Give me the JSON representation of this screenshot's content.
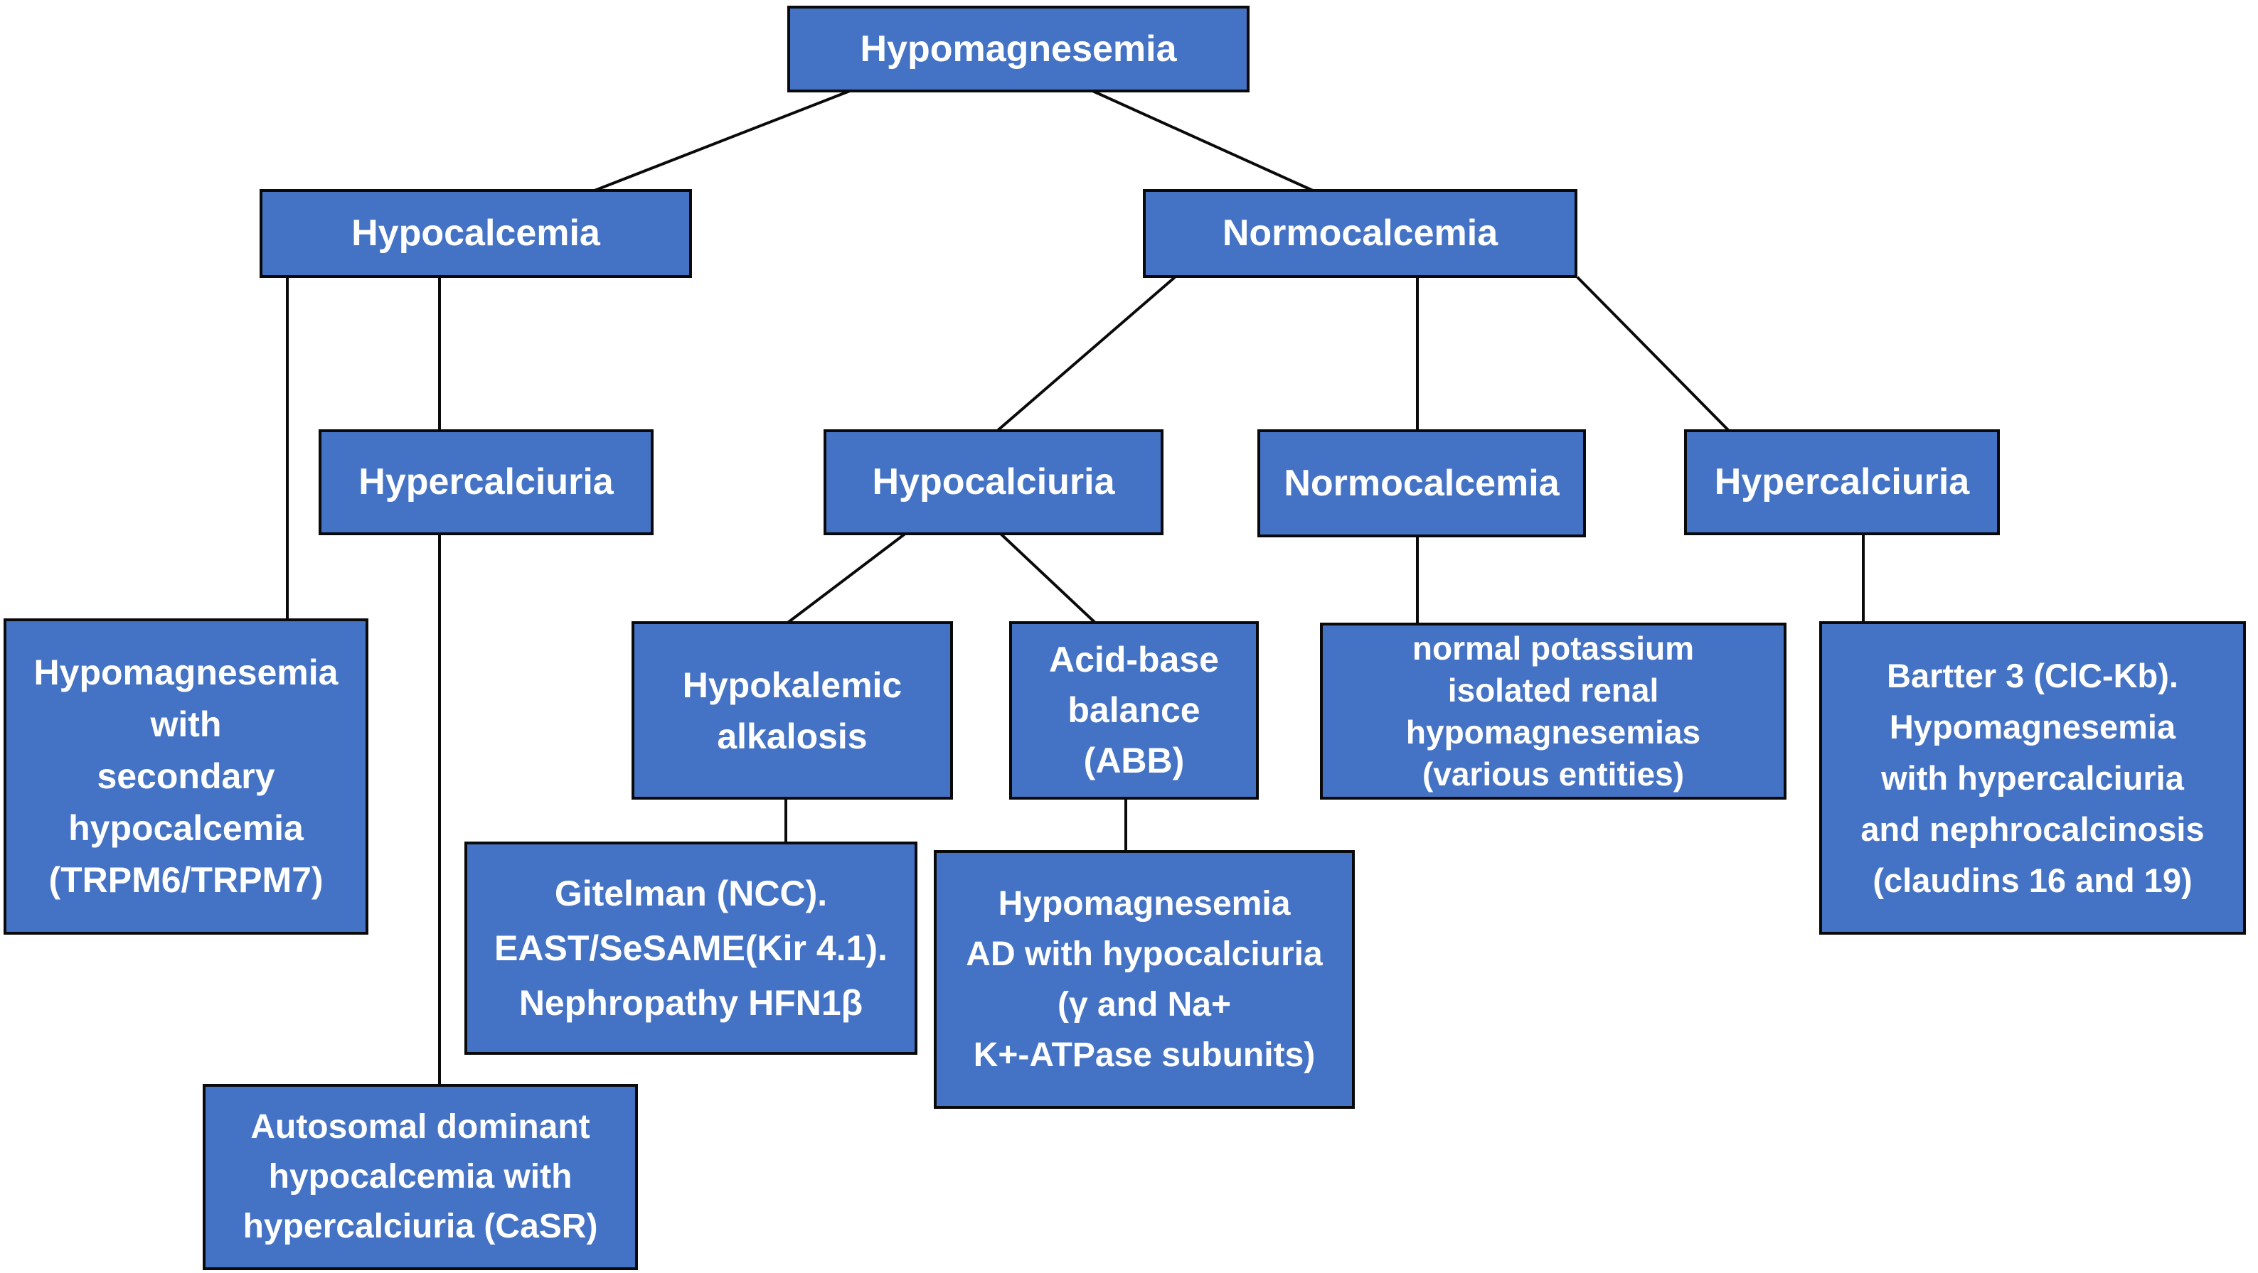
{
  "diagram_title": "Hypomagnesemia classification flowchart",
  "colors": {
    "box_fill": "#4472C4",
    "box_border": "#0a0a0a",
    "text": "#ffffff",
    "line": "#0a0a0a",
    "background": "#ffffff"
  },
  "nodes": {
    "root": {
      "label": "Hypomagnesemia"
    },
    "hypocalcemia": {
      "label": "Hypocalcemia"
    },
    "normocalcemia": {
      "label": "Normocalcemia"
    },
    "hypercalciuria_left": {
      "label": "Hypercalciuria"
    },
    "hypocalciuria": {
      "label": "Hypocalciuria"
    },
    "normocalcemia_2": {
      "label": "Normocalcemia"
    },
    "hypercalciuria_right": {
      "label": "Hypercalciuria"
    },
    "trpm": {
      "label": "Hypomagnesemia\nwith\nsecondary\nhypocalcemia\n(TRPM6/TRPM7)"
    },
    "hypokalemic": {
      "label": "Hypokalemic\nalkalosis"
    },
    "abb": {
      "label": "Acid-base\nbalance\n(ABB)"
    },
    "normal_potassium": {
      "label": "normal potassium\nisolated renal\nhypomagnesemias\n(various entities)"
    },
    "bartter": {
      "label": "Bartter 3 (ClC-Kb).\nHypomagnesemia\nwith hypercalciuria\nand nephrocalcinosis\n(claudins 16 and 19)"
    },
    "gitelman": {
      "label": "Gitelman (NCC).\nEAST/SeSAME(Kir 4.1).\nNephropathy HFN1β"
    },
    "ad_hypocalciuria": {
      "label": "Hypomagnesemia\nAD with hypocalciuria\n(γ and Na+\nK+-ATPase subunits)"
    },
    "casr": {
      "label": "Autosomal dominant\nhypocalcemia with\nhypercalciuria (CaSR)"
    }
  }
}
